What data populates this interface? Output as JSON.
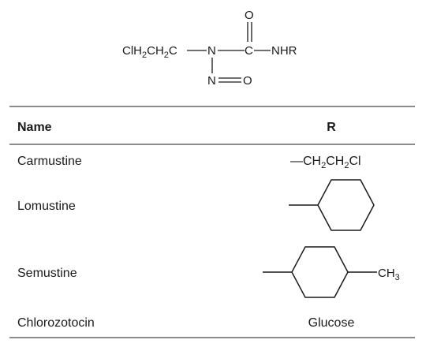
{
  "structure": {
    "left_group": "ClH2CH2C",
    "nitrogen": "N",
    "carbon": "C",
    "carbonyl_oxygen": "O",
    "right_group": "NHR",
    "nitroso_nitrogen": "N",
    "nitroso_oxygen": "O"
  },
  "table": {
    "headers": {
      "name": "Name",
      "r": "R"
    },
    "rows": [
      {
        "name": "Carmustine",
        "r_text": "—CH2CH2Cl"
      },
      {
        "name": "Lomustine",
        "r_text": ""
      },
      {
        "name": "Semustine",
        "r_text": "CH3"
      },
      {
        "name": "Chlorozotocin",
        "r_text": "Glucose"
      }
    ]
  }
}
